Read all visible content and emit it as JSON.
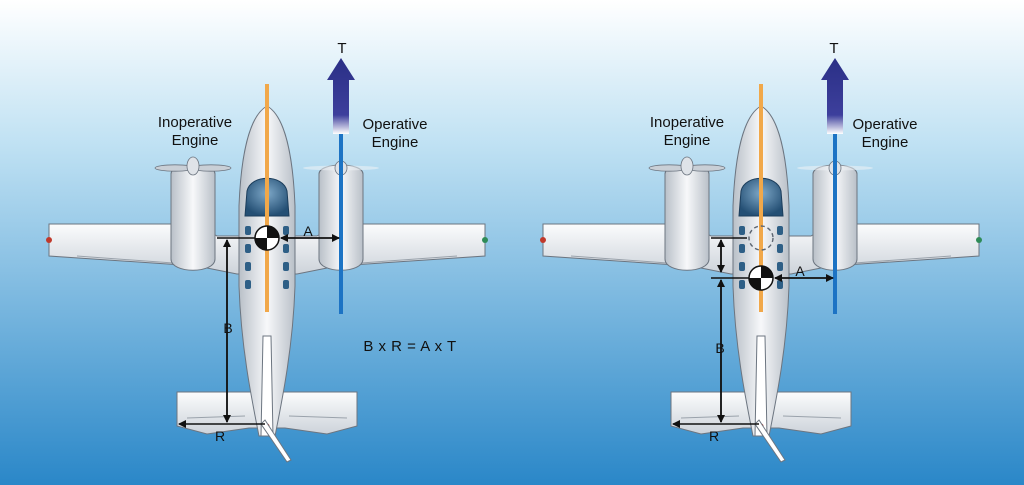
{
  "colors": {
    "sky_top": "#ffffff",
    "sky_bottom": "#2a87c8",
    "airframe": "#e9ecf0",
    "canopy": "#2e5f86",
    "centerline": "#f1a84a",
    "thrust_line": "#1c73c4",
    "thrust_arrow": "#2a2f86",
    "dimension_line": "#111111"
  },
  "left": {
    "labels": {
      "inoperative": [
        "Inoperative",
        "Engine"
      ],
      "operative": [
        "Operative",
        "Engine"
      ],
      "thrust": "T",
      "dim_a": "A",
      "dim_b": "B",
      "dim_r": "R"
    },
    "cg_marker": "cg-marker-icon"
  },
  "right": {
    "labels": {
      "inoperative": [
        "Inoperative",
        "Engine"
      ],
      "operative": [
        "Operative",
        "Engine"
      ],
      "thrust": "T",
      "dim_a": "A",
      "dim_b": "B",
      "dim_r": "R"
    },
    "cg_marker": "cg-marker-icon",
    "original_cg_marker": "dashed-circle-icon"
  },
  "equation": "B x R = A x T"
}
